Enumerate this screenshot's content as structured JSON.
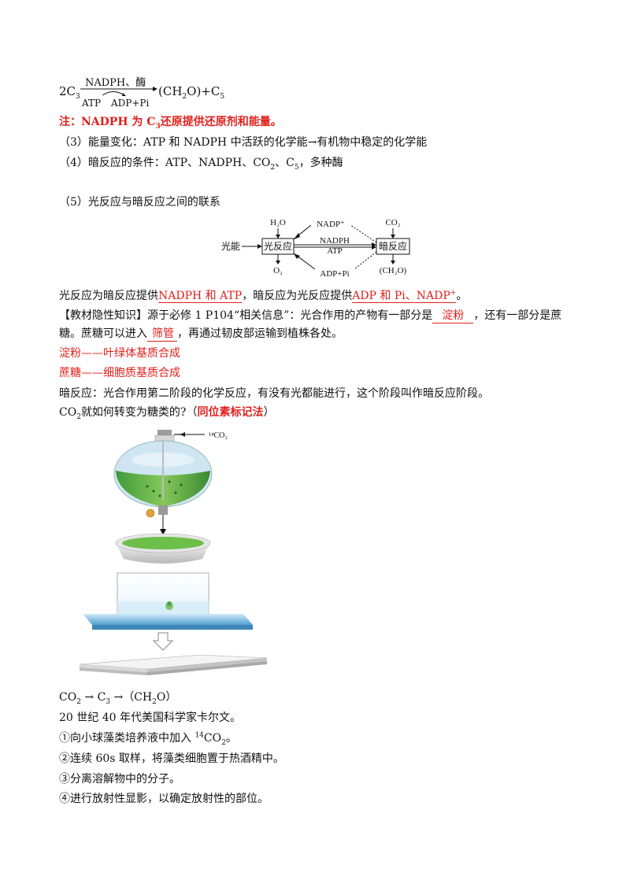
{
  "equation": {
    "reactant": "2C",
    "reactant_sub": "3",
    "above": "NADPH、酶",
    "below_left": "ATP",
    "below_right": "ADP+Pi",
    "product": "(CH",
    "product_sub": "2",
    "product_tail": "O)+C",
    "product_sub2": "5"
  },
  "note": {
    "prefix": "注：NADPH 为 C",
    "sub": "3",
    "suffix": "还原提供还原剂和能量。"
  },
  "item3": "（3）能量变化：ATP 和 NADPH 中活跃的化学能→有机物中稳定的化学能",
  "item4": {
    "prefix": "（4）暗反应的条件：ATP、NADPH、CO",
    "sub1": "2",
    "mid": "、C",
    "sub2": "5",
    "suffix": "，多种酶"
  },
  "item5": "（5）光反应与暗反应之间的联系",
  "diagram": {
    "light": "光能",
    "light_reaction": "光反应",
    "dark_reaction": "暗反应",
    "h2o": "H₂O",
    "o2": "O₂",
    "co2": "CO₂",
    "ch2o": "(CH₂O)",
    "nadp": "NADP⁺",
    "nadph": "NADPH",
    "atp": "ATP",
    "adp": "ADP+Pi"
  },
  "link": {
    "p1": "光反应为暗反应提供",
    "b1": "NADPH 和 ATP",
    "p2": "，暗反应为光反应提供",
    "b2": "ADP 和 Pi、NADP",
    "b2_sup": "+",
    "p3": "。"
  },
  "hidden": {
    "p1": "【教材隐性知识】源于必修 1 P104“相关信息”：光合作用的产物有一部分是",
    "blank1": "淀粉",
    "p2": "，还有一部分是蔗",
    "p3": "糖。蔗糖可以进入",
    "blank2": "筛管",
    "p4": "，再通过韧皮部运输到植株各处。"
  },
  "starch": "淀粉——叶绿体基质合成",
  "sucrose": "蔗糖——细胞质基质合成",
  "dark_def": "暗反应：光合作用第二阶段的化学反应，有没有光都能进行，这个阶段叫作暗反应阶段。",
  "question": {
    "prefix": "CO",
    "sub": "2",
    "mid": "就如何转变为糖类的?（",
    "red": "同位素标记法",
    "suffix": "）"
  },
  "figure_label": "¹⁴CO₂",
  "pathway": {
    "a": "CO",
    "a_sub": "2",
    "arrow1": " → C",
    "b_sub": "3",
    "arrow2": " →（CH",
    "c_sub": "2",
    "c_tail": "O）"
  },
  "calvin": "20 世纪 40 年代美国科学家卡尔文。",
  "step1": {
    "prefix": "①向小球藻类培养液中加入 ",
    "sup": "14",
    "mid": "CO",
    "sub": "2",
    "suffix": "。"
  },
  "step2": "②连续 60s 取样，将藻类细胞置于热酒精中。",
  "step3": "③分离溶解物中的分子。",
  "step4": "④进行放射性显影，以确定放射性的部位。"
}
